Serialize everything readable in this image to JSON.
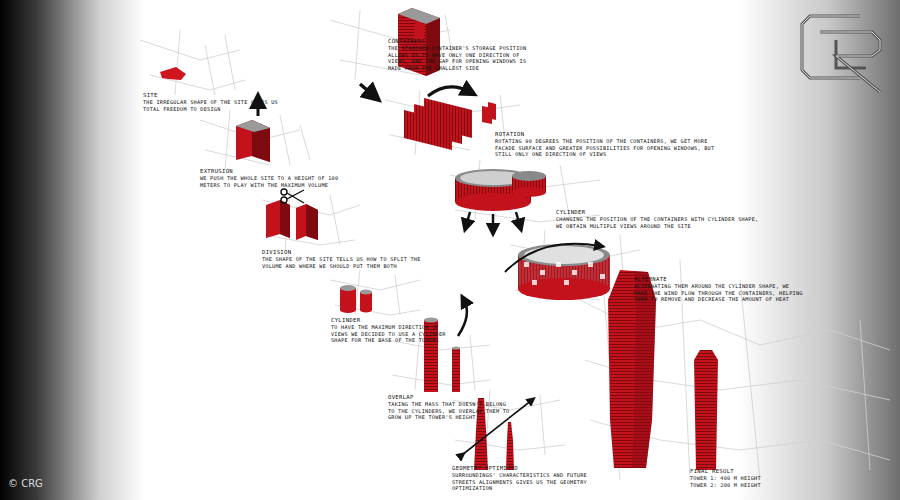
{
  "diagram": {
    "nodes": [
      {
        "text": [
          "SITE",
          "THE IRREGULAR SHAPE OF THE SITE GIVES US TOTAL FREEDOM TO DESIGN"
        ]
      },
      {
        "text": [
          "EXTRUSION",
          "WE PUSH THE WHOLE SITE TO A HEIGHT OF 100 METERS TO PLAY WITH THE MAXIMUM VOLUME"
        ]
      },
      {
        "text": [
          "DIVISION",
          "THE SHAPE OF THE SITE TELLS US HOW TO SPLIT THE VOLUME AND WHERE WE SHOULD PUT THEM BOTH"
        ]
      },
      {
        "text": [
          "CYLINDER",
          "TO HAVE THE MAXIMUM DIRECTION OF VIEWS WE DECIDED TO USE A CYLINDER SHAPE FOR THE BASE OF THE TOWERS"
        ]
      },
      {
        "text": [
          "OVERLAP",
          "TAKING THE MASS THAT DOESN'T BELONG TO THE CYLINDERS, WE OVERLAP THEM TO GROW UP THE TOWER'S HEIGHT"
        ]
      },
      {
        "text": [
          "GEOMETRY OPTIMIZED",
          "SURROUNDINGS' CHARACTERISTICS AND FUTURE STREETS ALIGNMENTS GIVES US THE GEOMETRY OPTIMIZATION"
        ]
      },
      {
        "text": [
          "CONTAINERS",
          "THE STANDARD CONTAINER'S STORAGE POSITION ALLOWS US TO HAVE ONLY ONE DIRECTION OF VIEWS, AND THE GAP FOR OPENING WINDOWS IS MADE FROM THE SMALLEST SIDE"
        ]
      },
      {
        "text": [
          "ROTATION",
          "ROTATING 90 DEGREES THE POSITION OF THE CONTAINERS, WE GET MORE FACADE SURFACE AND GREATER POSSIBILITIES FOR OPENING WINDOWS, BUT STILL ONLY ONE DIRECTION OF VIEWS"
        ]
      },
      {
        "text": [
          "CYLINDER",
          "CHANGING THE POSITION OF THE CONTAINERS WITH CYLINDER SHAPE, WE OBTAIN MULTIPLE VIEWS AROUND THE SITE"
        ]
      },
      {
        "text": [
          "ALTERNATE",
          "ALTERNATING THEM AROUND THE CYLINDER SHAPE, WE MAKE THE WIND FLOW THROUGH THE CONTAINERS, HELPING THEM TO REMOVE AND DECREASE THE AMOUNT OF HEAT"
        ]
      },
      {
        "text": [
          "FINAL RESULT",
          "TOWER 1: 400 M HEIGHT",
          "TOWER 2: 200 M HEIGHT"
        ]
      }
    ],
    "labels": [
      "© CRG"
    ]
  }
}
